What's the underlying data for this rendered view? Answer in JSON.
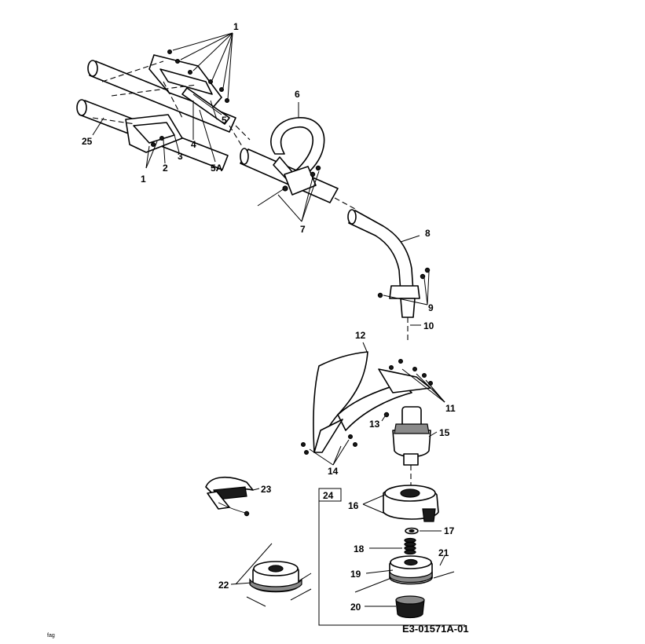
{
  "diagram": {
    "callouts": {
      "p1_top": "1",
      "p1_bottom": "1",
      "p2": "2",
      "p3": "3",
      "p4": "4",
      "p5": "5",
      "p5a": "5A",
      "p6": "6",
      "p7": "7",
      "p8": "8",
      "p9": "9",
      "p10": "10",
      "p11": "11",
      "p12": "12",
      "p13": "13",
      "p14": "14",
      "p15": "15",
      "p16": "16",
      "p17": "17",
      "p18": "18",
      "p19": "19",
      "p20": "20",
      "p21": "21",
      "p22": "22",
      "p23": "23",
      "p24": "24",
      "p25": "25"
    },
    "drawing_code": "E3-01571A-01",
    "corner_mark": "fag"
  }
}
